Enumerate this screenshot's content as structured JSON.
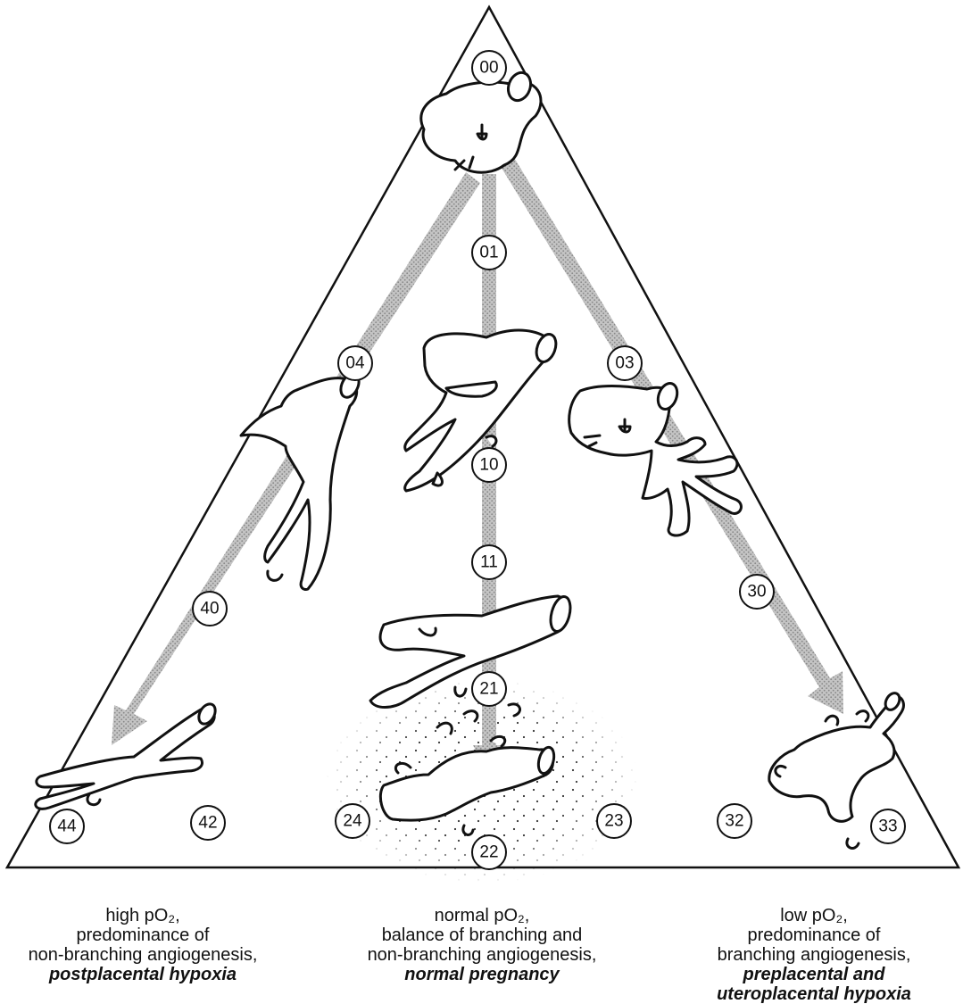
{
  "nodes": {
    "n00": "00",
    "n01": "01",
    "n03": "03",
    "n04": "04",
    "n10": "10",
    "n11": "11",
    "n21": "21",
    "n22": "22",
    "n23": "23",
    "n24": "24",
    "n30": "30",
    "n32": "32",
    "n33": "33",
    "n40": "40",
    "n42": "42",
    "n44": "44"
  },
  "captions": {
    "left": {
      "line1": "high pO₂,",
      "line2": "predominance of",
      "line3": "non-branching angiogenesis,",
      "line4": "postplacental hypoxia"
    },
    "center": {
      "line1": "normal pO₂,",
      "line2": "balance of branching and",
      "line3": "non-branching angiogenesis,",
      "line4": "normal pregnancy"
    },
    "right": {
      "line1": "low pO₂,",
      "line2": "predominance of",
      "line3": "branching angiogenesis,",
      "line4": "preplacental and",
      "line5": "uteroplacental hypoxia"
    }
  },
  "colors": {
    "arrow": "#b4b4b4",
    "line": "#111111",
    "stipple": "#333333"
  }
}
